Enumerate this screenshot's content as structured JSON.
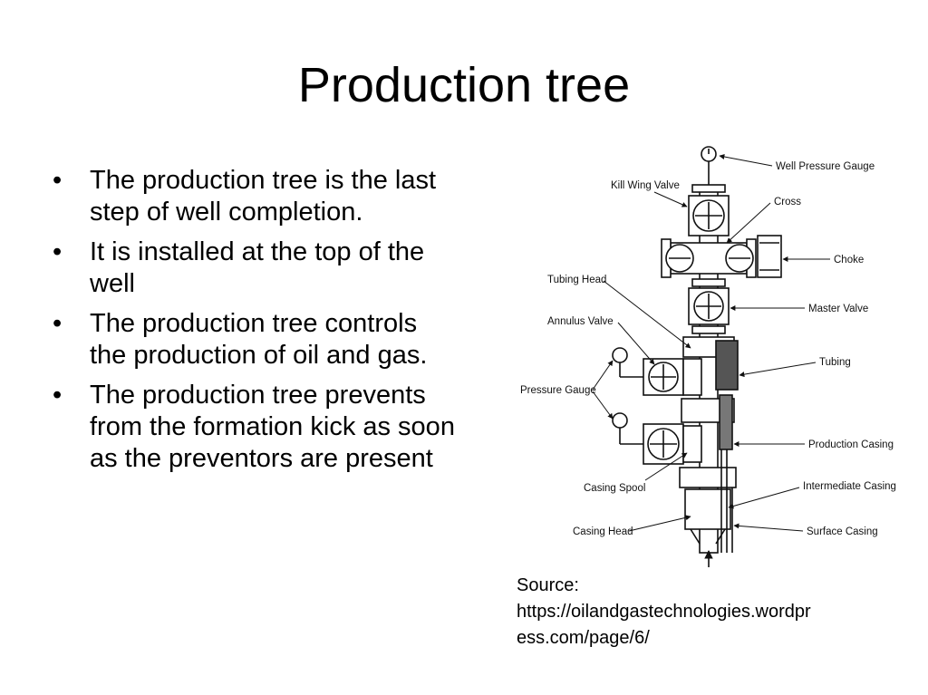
{
  "slide": {
    "title": "Production tree",
    "bullets": [
      "The production tree is the last step of well completion.",
      "It is installed at the top of the well",
      "The production tree controls the production of oil and gas.",
      "The production tree prevents from the formation kick as soon as the preventors are present"
    ],
    "source": {
      "line1": "Source:",
      "line2": "https://oilandgastechnologies.wordpr",
      "line3": "ess.com/page/6/"
    }
  },
  "diagram": {
    "labels": {
      "well_pressure_gauge": "Well Pressure Gauge",
      "kill_wing_valve": "Kill Wing Valve",
      "cross": "Cross",
      "choke": "Choke",
      "tubing_head": "Tubing Head",
      "master_valve": "Master Valve",
      "annulus_valve": "Annulus Valve",
      "tubing": "Tubing",
      "pressure_gauge": "Pressure Gauge",
      "production_casing": "Production Casing",
      "casing_spool": "Casing Spool",
      "intermediate_casing": "Intermediate Casing",
      "casing_head": "Casing Head",
      "surface_casing": "Surface Casing"
    }
  }
}
